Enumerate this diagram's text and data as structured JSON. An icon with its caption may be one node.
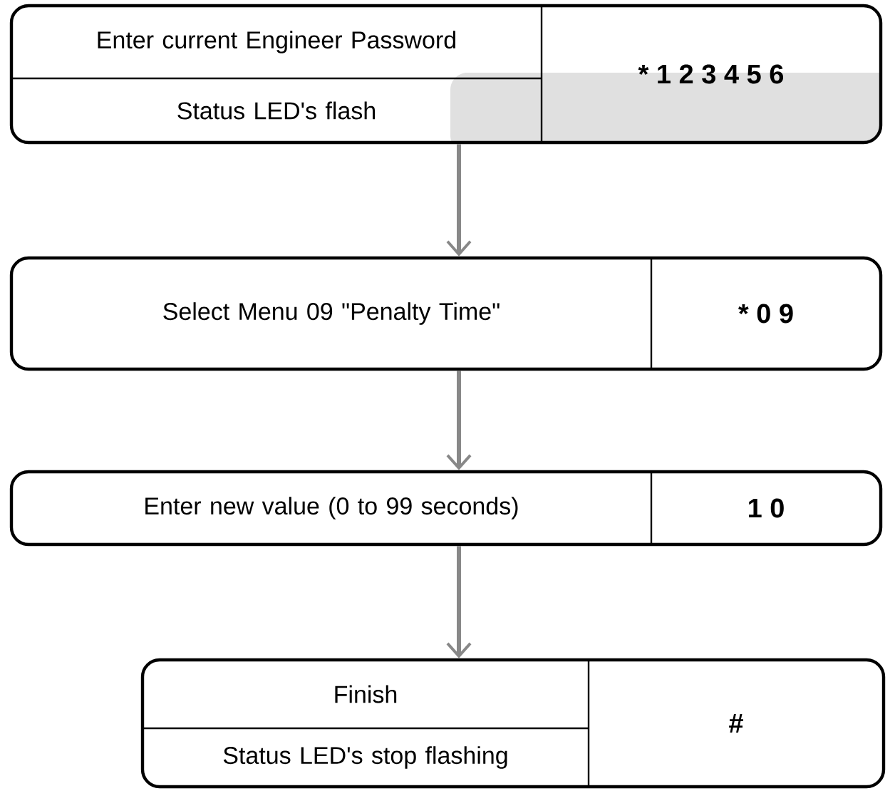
{
  "diagram": {
    "nodes": [
      {
        "text": [
          "Enter current Engineer Password",
          "Status LED's flash",
          "* 1 2 3 4 5 6"
        ]
      },
      {
        "text": [
          "Select Menu 09 \"Penalty Time\"",
          "* 0 9"
        ]
      },
      {
        "text": [
          "Enter  new value (0 to 99 seconds)",
          "1 0"
        ]
      },
      {
        "text": [
          "Finish",
          "Status LED's stop flashing",
          "#"
        ]
      }
    ],
    "edges": [
      {
        "from": 0,
        "to": 1,
        "arrow": "to"
      },
      {
        "from": 1,
        "to": 2,
        "arrow": "to"
      },
      {
        "from": 2,
        "to": 3,
        "arrow": "to"
      }
    ]
  }
}
